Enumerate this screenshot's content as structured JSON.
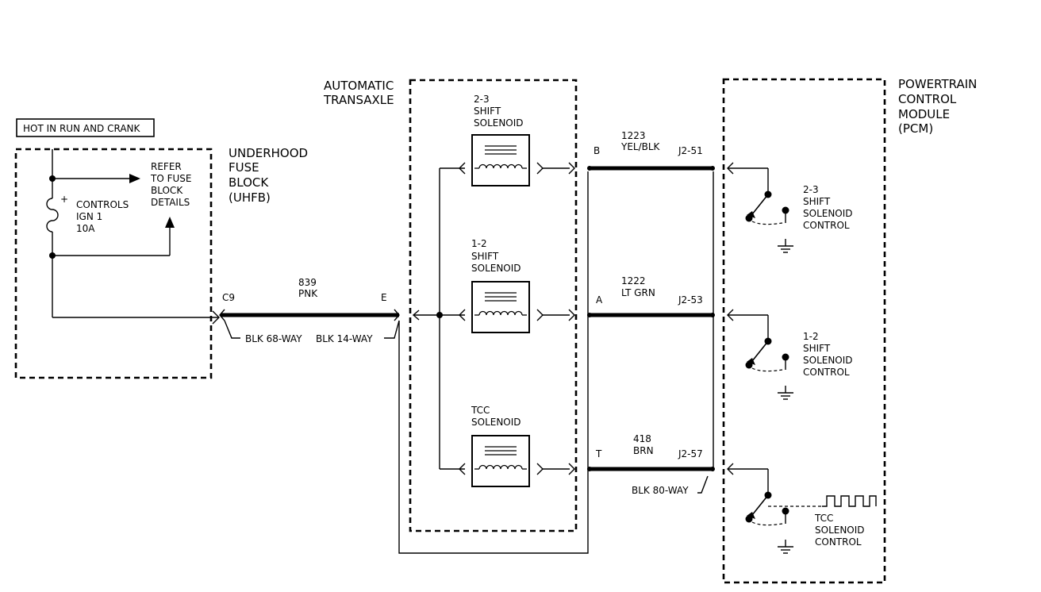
{
  "header_box": "HOT IN RUN AND CRANK",
  "uhfb": {
    "title": [
      "UNDERHOOD",
      "FUSE",
      "BLOCK",
      "(UHFB)"
    ],
    "refer": [
      "REFER",
      "TO FUSE",
      "BLOCK",
      "DETAILS"
    ],
    "fuse": {
      "plus": "+",
      "lines": [
        "CONTROLS",
        "IGN 1",
        "10A"
      ]
    }
  },
  "uhfb_circuit": {
    "left_connector": "C9",
    "right_connector": "E",
    "number": "839",
    "color": "PNK",
    "left_housing": "BLK 68-WAY",
    "right_housing": "BLK 14-WAY"
  },
  "transaxle": {
    "title": [
      "AUTOMATIC",
      "TRANSAXLE"
    ],
    "solenoids": [
      {
        "label": [
          "2-3",
          "SHIFT",
          "SOLENOID"
        ]
      },
      {
        "label": [
          "1-2",
          "SHIFT",
          "SOLENOID"
        ]
      },
      {
        "label": [
          "TCC",
          "SOLENOID"
        ]
      }
    ]
  },
  "circuits": [
    {
      "pin": "B",
      "number": "1223",
      "color": "YEL/BLK",
      "terminal": "J2-51"
    },
    {
      "pin": "A",
      "number": "1222",
      "color": "LT GRN",
      "terminal": "J2-53"
    },
    {
      "pin": "T",
      "number": "418",
      "color": "BRN",
      "terminal": "J2-57"
    }
  ],
  "pcm_housing": "BLK 80-WAY",
  "pcm": {
    "title": [
      "POWERTRAIN",
      "CONTROL",
      "MODULE",
      "(PCM)"
    ],
    "controls": [
      {
        "label": [
          "2-3",
          "SHIFT",
          "SOLENOID",
          "CONTROL"
        ]
      },
      {
        "label": [
          "1-2",
          "SHIFT",
          "SOLENOID",
          "CONTROL"
        ]
      },
      {
        "label": [
          "TCC",
          "SOLENOID",
          "CONTROL"
        ]
      }
    ]
  }
}
